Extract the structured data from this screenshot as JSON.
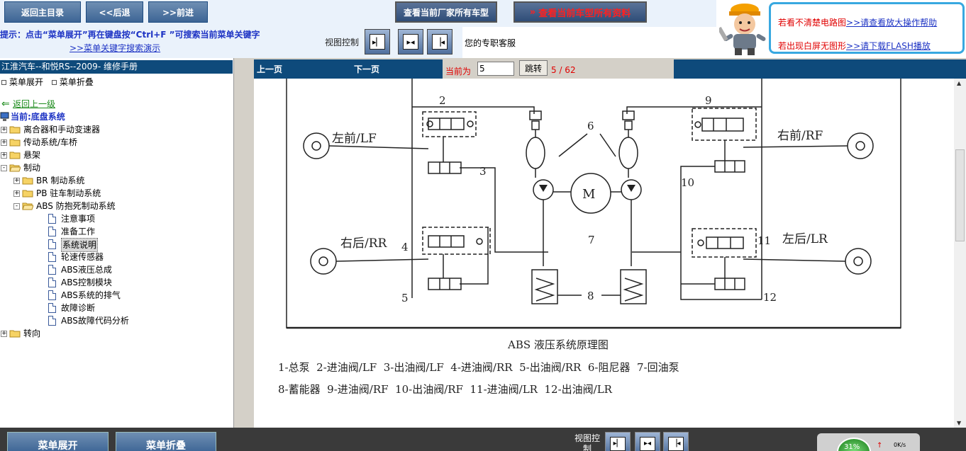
{
  "toolbar": {
    "home": "返回主目录",
    "back": "<<后退",
    "forward": ">>前进",
    "maker_models": "查看当前厂家所有车型",
    "all_materials": "查看当前车型所有资料",
    "all_materials_prefix": "»"
  },
  "hint": {
    "text": "提示：点击“菜单展开”再在键盘按“Ctrl+F ”可搜索当前菜单关键字",
    "link": ">>菜单关键字搜索演示"
  },
  "view_control": {
    "label": "视图控制"
  },
  "service": {
    "text": "您的专职客服"
  },
  "help": {
    "line1_text": "若看不清楚电路图",
    "line1_link": ">>请查看放大操作帮助",
    "line2_text": "若出现白屏无图形",
    "line2_link": ">>请下载FLASH播放"
  },
  "sidebar": {
    "title": "江淮汽车--和悦RS--2009- 维修手册",
    "expand": "菜单展开",
    "collapse": "菜单折叠",
    "back": "返回上一级",
    "current": "当前:底盘系统",
    "items": [
      {
        "label": "离合器和手动变速器",
        "level": 0,
        "type": "folder",
        "toggle": "+"
      },
      {
        "label": "传动系统/车桥",
        "level": 0,
        "type": "folder",
        "toggle": "+"
      },
      {
        "label": "悬架",
        "level": 0,
        "type": "folder",
        "toggle": "+"
      },
      {
        "label": "制动",
        "level": 0,
        "type": "folder-open",
        "toggle": "-"
      },
      {
        "label": "BR 制动系统",
        "level": 1,
        "type": "folder",
        "toggle": "+"
      },
      {
        "label": "PB 驻车制动系统",
        "level": 1,
        "type": "folder",
        "toggle": "+"
      },
      {
        "label": "ABS 防抱死制动系统",
        "level": 1,
        "type": "folder-open",
        "toggle": "-"
      },
      {
        "label": "注意事项",
        "level": 2,
        "type": "doc"
      },
      {
        "label": "准备工作",
        "level": 2,
        "type": "doc"
      },
      {
        "label": "系统说明",
        "level": 2,
        "type": "doc",
        "selected": true
      },
      {
        "label": "轮速传感器",
        "level": 2,
        "type": "doc"
      },
      {
        "label": "ABS液压总成",
        "level": 2,
        "type": "doc"
      },
      {
        "label": "ABS控制模块",
        "level": 2,
        "type": "doc"
      },
      {
        "label": "ABS系统的排气",
        "level": 2,
        "type": "doc"
      },
      {
        "label": "故障诊断",
        "level": 2,
        "type": "doc"
      },
      {
        "label": "ABS故障代码分析",
        "level": 2,
        "type": "doc"
      },
      {
        "label": "转向",
        "level": 0,
        "type": "folder",
        "toggle": "+"
      }
    ]
  },
  "pager": {
    "prev": "上一页",
    "next": "下一页",
    "current_label": "当前为",
    "current_value": "5",
    "go": "跳转",
    "count": "5 / 62"
  },
  "diagram": {
    "labels": {
      "lf": "左前/LF",
      "rf": "右前/RF",
      "rr": "右后/RR",
      "lr": "左后/LR",
      "motor": "M"
    },
    "numbers": {
      "n2": "2",
      "n3": "3",
      "n4": "4",
      "n5": "5",
      "n6": "6",
      "n7": "7",
      "n8": "8",
      "n9": "9",
      "n10": "10",
      "n11": "11",
      "n12": "12"
    },
    "caption": "ABS 液压系统原理图",
    "legend_line1": "1-总泵  2-进油阀/LF  3-出油阀/LF  4-进油阀/RR  5-出油阀/RR  6-阻尼器  7-回油泵",
    "legend_line2": "8-蓄能器  9-进油阀/RF  10-出油阀/RF  11-进油阀/LR  12-出油阀/LR"
  },
  "bottom": {
    "expand": "菜单展开",
    "collapse": "菜单折叠",
    "view_label": "视图控制",
    "net_percent": "31%",
    "net_speed": "0K/s"
  }
}
